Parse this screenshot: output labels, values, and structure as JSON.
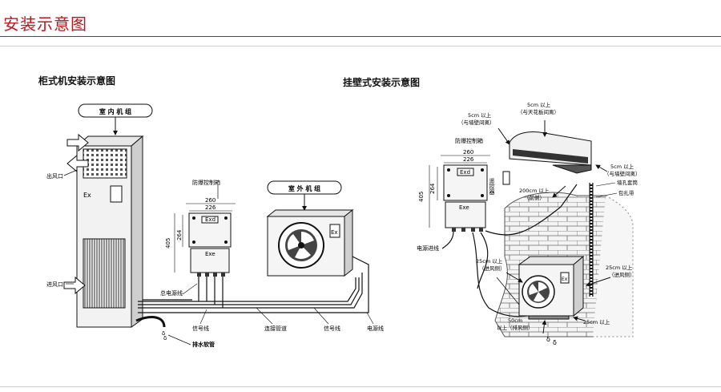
{
  "header": {
    "title": "安装示意图"
  },
  "cabinet": {
    "title": "柜式机安装示意图",
    "indoor_unit_label": "室 内 机 组",
    "outdoor_unit_label": "室 外 机 组",
    "controller_label": "防爆控制箱",
    "ex_mark": "Ex",
    "exd_label": "Exd",
    "exe_label": "Exe",
    "dim_260": "260",
    "dim_226": "226",
    "dim_405": "405",
    "dim_264": "264",
    "outlet_label": "出风口",
    "inlet_label": "进风口",
    "main_power_label": "总电源线",
    "signal_line_1": "信号线",
    "connect_pipe": "连接管道",
    "signal_line_2": "信号线",
    "power_line": "电源线",
    "drain_hose": "排水软管"
  },
  "wall": {
    "title": "挂壁式安装示意图",
    "controller_label": "防爆控制箱",
    "exd_label": "Exd",
    "exe_label": "Exe",
    "ex_mark": "Ex",
    "dim_260": "260",
    "dim_226": "226",
    "dim_405": "405",
    "dim_264": "264",
    "top_left_cm": "5cm 以上",
    "top_left_note": "（与墙壁间离）",
    "top_right_cm": "5cm 以上",
    "top_right_note": "（与天花板间离）",
    "right_cm": "5cm 以上",
    "right_note": "（与墙壁间离）",
    "remote_label": "遥控器",
    "cm200": "200cm 以上",
    "cm200_note": "（前侧）",
    "hole_sleeve": "墙孔套筒",
    "wrap_tape": "包扎带",
    "power_in": "电源进线",
    "cm25_a": "25cm 以上",
    "cm25_a_note": "（进风侧）",
    "cm25_b": "25cm 以上",
    "cm25_b_note": "（进风侧）",
    "cm50": "50cm",
    "cm50_note": "以上（排风侧）",
    "cm25_c": "25cm 以上"
  },
  "colors": {
    "title_red": "#c0151c",
    "line": "#1a1a1a"
  }
}
